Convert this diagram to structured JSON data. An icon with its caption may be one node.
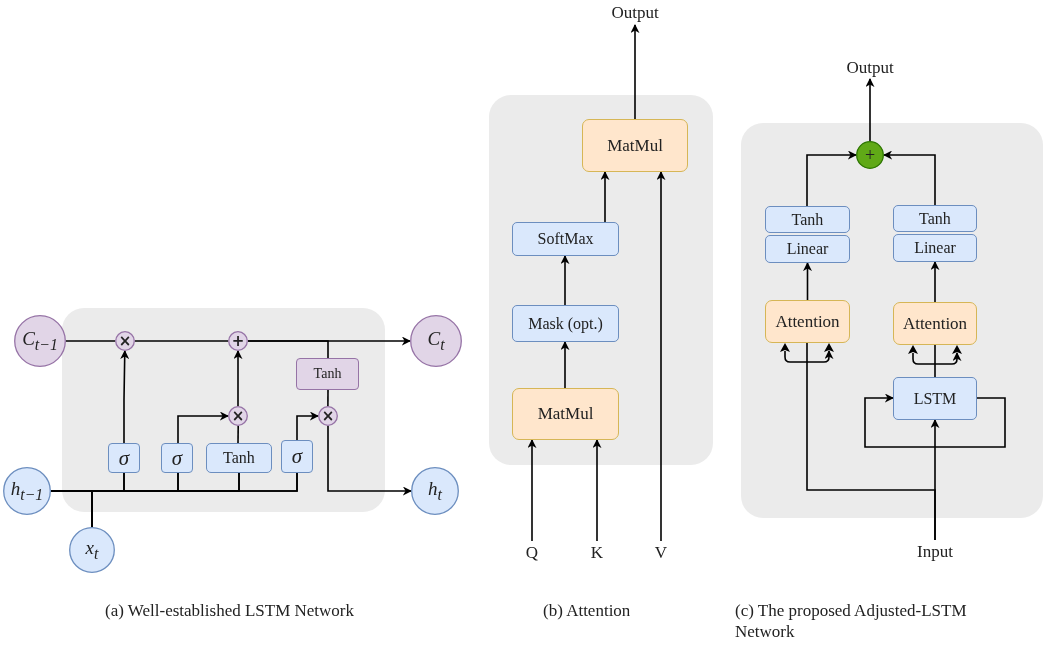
{
  "diagram": {
    "nodes": [
      {
        "text": [],
        "shape": "box"
      },
      {
        "text": [
          "C$_{t−1}$"
        ]
      },
      {
        "text": [
          "×"
        ],
        "in": 0
      },
      {
        "text": [
          "+"
        ],
        "in": 0
      },
      {
        "text": [
          "C$_{t}$"
        ]
      },
      {
        "text": [
          "Tanh"
        ],
        "in": 0
      },
      {
        "text": [
          "×"
        ],
        "in": 0
      },
      {
        "text": [
          "×"
        ],
        "in": 0
      },
      {
        "text": [
          "σ"
        ],
        "in": 0
      },
      {
        "text": [
          "σ"
        ],
        "in": 0
      },
      {
        "text": [
          "Tanh"
        ],
        "in": 0
      },
      {
        "text": [
          "σ"
        ],
        "in": 0
      },
      {
        "text": [
          "h$_{t−1}$"
        ]
      },
      {
        "text": [
          "h$_{t}$"
        ]
      },
      {
        "text": [
          "x$_{t}$"
        ]
      },
      {
        "text": [],
        "shape": "box"
      },
      {
        "text": [
          "MatMul"
        ],
        "in": 15
      },
      {
        "text": [
          "SoftMax"
        ],
        "in": 15
      },
      {
        "text": [
          "Mask (opt.)"
        ],
        "in": 15
      },
      {
        "text": [
          "MatMul"
        ],
        "in": 15
      },
      {
        "text": [
          "Output"
        ]
      },
      {
        "text": [
          "Q"
        ]
      },
      {
        "text": [
          "K"
        ]
      },
      {
        "text": [
          "V"
        ]
      },
      {
        "text": [],
        "shape": "box"
      },
      {
        "text": [
          "Output"
        ]
      },
      {
        "text": [
          "+"
        ],
        "in": 24
      },
      {
        "text": [
          "Tanh"
        ],
        "in": 24
      },
      {
        "text": [
          "Linear"
        ],
        "in": 24
      },
      {
        "text": [
          "Tanh"
        ],
        "in": 24
      },
      {
        "text": [
          "Linear"
        ],
        "in": 24
      },
      {
        "text": [
          "Attention"
        ],
        "in": 24
      },
      {
        "text": [
          "Attention"
        ],
        "in": 24
      },
      {
        "text": [
          "LSTM"
        ],
        "in": 24
      },
      {
        "text": [
          "Input"
        ]
      }
    ],
    "edges": [
      {
        "from": 1,
        "to": 2,
        "arrow": "none"
      },
      {
        "from": 2,
        "to": 3,
        "arrow": "none"
      },
      {
        "from": 3,
        "to": 4,
        "arrow": "to"
      },
      {
        "from": 3,
        "to": 5,
        "arrow": "none"
      },
      {
        "from": 5,
        "to": 6,
        "arrow": "none"
      },
      {
        "from": 8,
        "to": 2,
        "arrow": "to"
      },
      {
        "from": 7,
        "to": 3,
        "arrow": "to"
      },
      {
        "from": 9,
        "to": 7,
        "arrow": "to"
      },
      {
        "from": 10,
        "to": 7,
        "arrow": "none"
      },
      {
        "from": 11,
        "to": 6,
        "arrow": "to"
      },
      {
        "from": 6,
        "to": 13,
        "arrow": "to"
      },
      {
        "from": 12,
        "to": 8,
        "arrow": "none"
      },
      {
        "from": 12,
        "to": 9,
        "arrow": "none"
      },
      {
        "from": 12,
        "to": 10,
        "arrow": "none"
      },
      {
        "from": 12,
        "to": 11,
        "arrow": "none"
      },
      {
        "from": 14,
        "to": 8,
        "arrow": "none"
      },
      {
        "from": 14,
        "to": 9,
        "arrow": "none"
      },
      {
        "from": 14,
        "to": 10,
        "arrow": "none"
      },
      {
        "from": 14,
        "to": 11,
        "arrow": "none"
      },
      {
        "from": 16,
        "to": 20,
        "arrow": "to"
      },
      {
        "from": 17,
        "to": 16,
        "arrow": "to"
      },
      {
        "from": 18,
        "to": 17,
        "arrow": "to"
      },
      {
        "from": 19,
        "to": 18,
        "arrow": "to"
      },
      {
        "from": 21,
        "to": 19,
        "arrow": "to"
      },
      {
        "from": 22,
        "to": 19,
        "arrow": "to"
      },
      {
        "from": 23,
        "to": 16,
        "arrow": "to"
      },
      {
        "from": 26,
        "to": 25,
        "arrow": "to"
      },
      {
        "from": 27,
        "to": 26,
        "arrow": "to"
      },
      {
        "from": 29,
        "to": 26,
        "arrow": "to"
      },
      {
        "from": 31,
        "to": 28,
        "arrow": "to"
      },
      {
        "from": 32,
        "to": 30,
        "arrow": "to"
      },
      {
        "from": 33,
        "to": 32,
        "arrow": "to"
      },
      {
        "from": 33,
        "to": 33,
        "arrow": "to"
      },
      {
        "from": 34,
        "to": 33,
        "arrow": "to"
      },
      {
        "from": 34,
        "to": 31,
        "arrow": "to"
      }
    ],
    "labels": [
      "(a) Well-established LSTM Network",
      "(b) Attention",
      "(c) The proposed Adjusted-LSTM Network"
    ]
  }
}
